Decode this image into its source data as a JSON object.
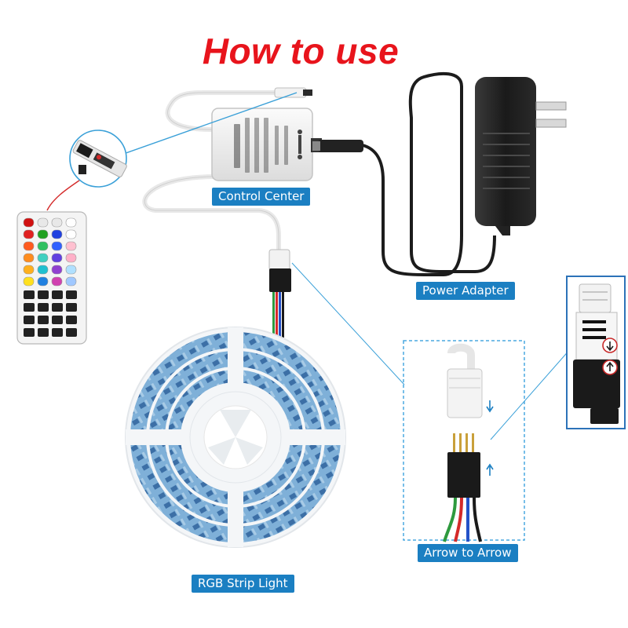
{
  "title": "How to use",
  "labels": {
    "control_center": "Control Center",
    "power_adapter": "Power Adapter",
    "arrow_to_arrow": "Arrow to Arrow",
    "rgb_strip_light": "RGB Strip Light"
  },
  "colors": {
    "title": "#e8141c",
    "label_bg": "#1b7fc2",
    "label_text": "#ffffff",
    "callout_line": "#3aa0d8",
    "dashed_box": "#4aa8e0",
    "cable_black": "#1c1c1c",
    "red_wire": "#d42a2a"
  },
  "remote": {
    "button_rows": [
      [
        "#d01010",
        "#e8e8e8",
        "#e8e8e8",
        "#ffffff"
      ],
      [
        "#e02020",
        "#20a020",
        "#2040e0",
        "#ffffff"
      ],
      [
        "#ff5a1e",
        "#30c060",
        "#3060ff",
        "#ffc0d0"
      ],
      [
        "#ff8c1e",
        "#40d0c0",
        "#6040e0",
        "#ffb0c8"
      ],
      [
        "#ffb01e",
        "#20c0d0",
        "#9040d0",
        "#b0e0ff"
      ],
      [
        "#ffe01e",
        "#2080e0",
        "#d040b0",
        "#a0c8ff"
      ]
    ]
  }
}
